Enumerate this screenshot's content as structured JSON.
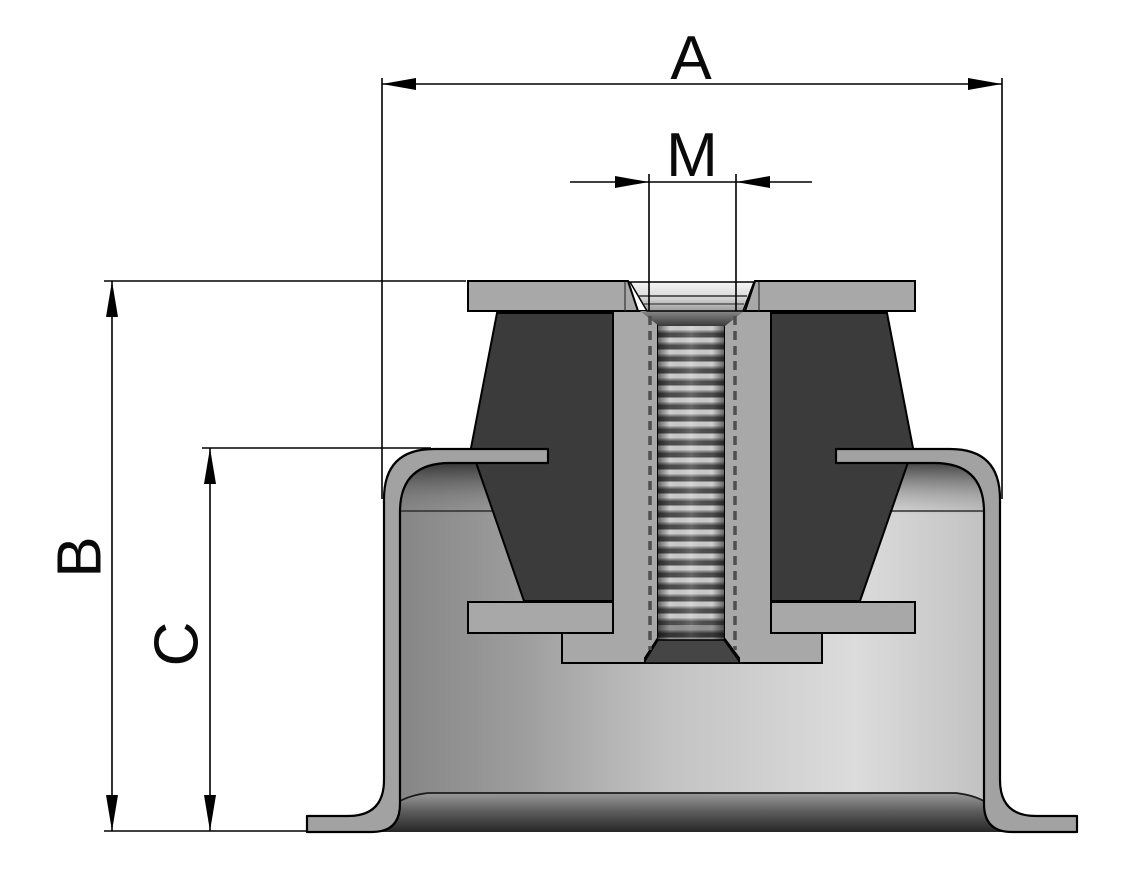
{
  "diagram": {
    "kind": "dimensioned cross-section drawing",
    "dimensions": {
      "A": {
        "label": "A"
      },
      "B": {
        "label": "B"
      },
      "C": {
        "label": "C"
      },
      "M": {
        "label": "M"
      }
    }
  },
  "colors": {
    "background": "#ffffff",
    "outline": "#000000",
    "metal": "#a8a8a8",
    "bell_metal": "#a2a2a2",
    "rubber": "#3b3b3b",
    "interior_light": "#d8d8d8",
    "interior_dark": "#2d2d2d",
    "thread_light": "#cdcdcd",
    "thread_dark": "#4d4d4d",
    "chamfer_dark": "#454545",
    "dimension_line": "#000000",
    "label_text": "#0a0a0a"
  }
}
